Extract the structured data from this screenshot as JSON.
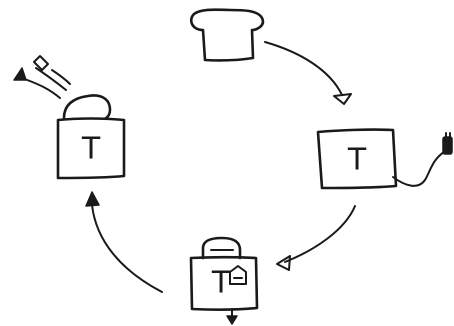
{
  "toaster_label": "T",
  "states": [
    {
      "id": "bread",
      "label": ""
    },
    {
      "id": "toaster-plugged",
      "label": "T"
    },
    {
      "id": "toaster-toasting",
      "label": "T"
    },
    {
      "id": "toaster-popped",
      "label": "T"
    }
  ],
  "colors": {
    "ink": "#1a1a1a",
    "background": "#ffffff"
  }
}
